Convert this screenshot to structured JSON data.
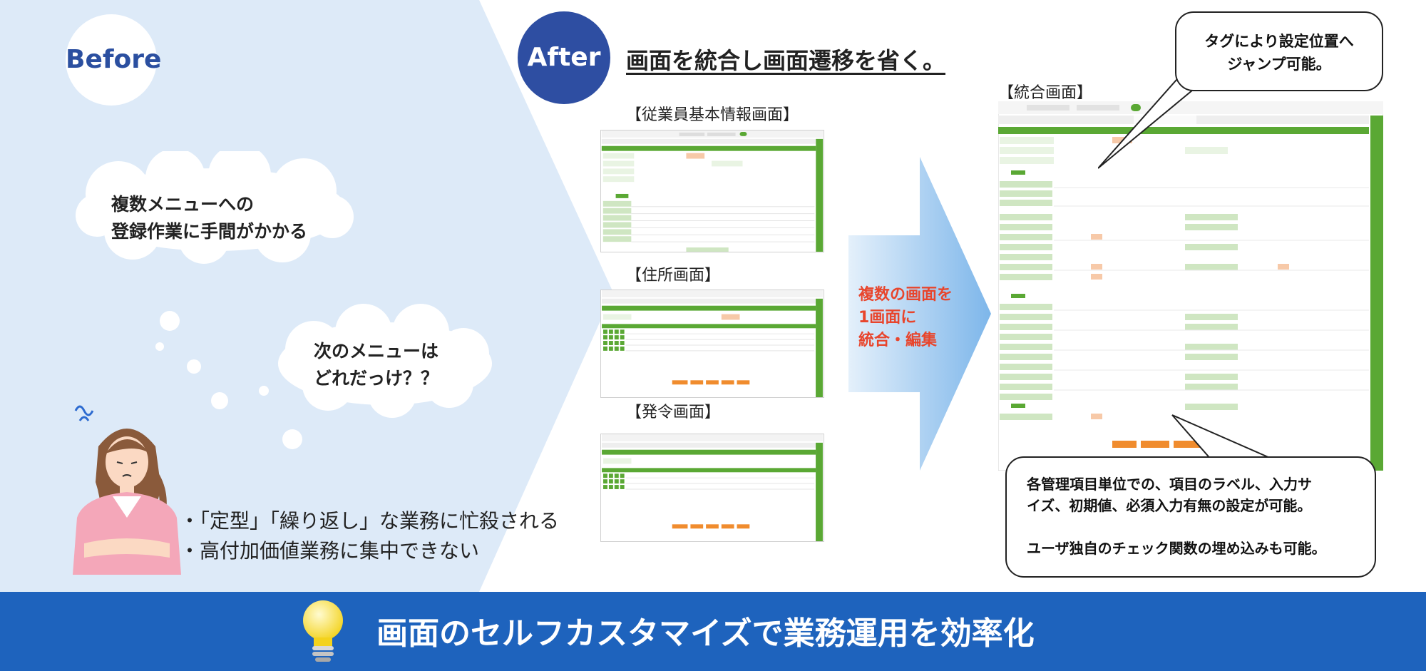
{
  "before": {
    "badge": "Before",
    "bubble1": [
      "複数メニューへの",
      "登録作業に手間がかかる"
    ],
    "bubble2": [
      "次のメニューは",
      "どれだっけ？？"
    ],
    "bullets": [
      "・「定型」「繰り返し」な業務に忙殺される",
      "・高付加価値業務に集中できない"
    ]
  },
  "after": {
    "badge": "After",
    "title": "画面を統合し画面遷移を省く。",
    "screens": [
      {
        "label": "【従業員基本情報画面】"
      },
      {
        "label": "【住所画面】"
      },
      {
        "label": "【発令画面】"
      }
    ],
    "merge_text": [
      "複数の画面を",
      "1画面に",
      "統合・編集"
    ],
    "merged_label": "【統合画面】",
    "callout_top": [
      "タグにより設定位置へ",
      "ジャンプ可能。"
    ],
    "callout_bottom": [
      "各管理項目単位での、項目のラベル、入力サ",
      "イズ、初期値、必須入力有無の設定が可能。",
      "",
      "ユーザ独自のチェック関数の埋め込みも可能。"
    ]
  },
  "banner": {
    "text": "画面のセルフカスタマイズで業務運用を効率化"
  },
  "colors": {
    "before_bg": "#ddeaf8",
    "after_badge": "#2e4ea2",
    "accent_green": "#5aa834",
    "merge_red": "#e8452c",
    "banner_blue": "#1e63bd",
    "arrow_blue": "#9cc8ee"
  }
}
